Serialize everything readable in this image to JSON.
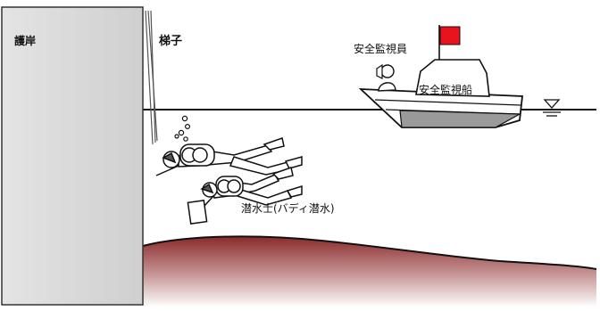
{
  "labels": {
    "seawall": "護岸",
    "ladder": "梯子",
    "safety_observer": "安全監視員",
    "safety_boat": "安全監視船",
    "diver": "潜水士(バディ潜水)"
  },
  "icons": {
    "water_level": "water-level-triangle-icon",
    "flag": "red-flag-icon"
  },
  "colors": {
    "flag": "#e8141c",
    "seabed_top": "#8b2a2a",
    "wall_fill": "#d9d9d9",
    "line": "#111111"
  }
}
